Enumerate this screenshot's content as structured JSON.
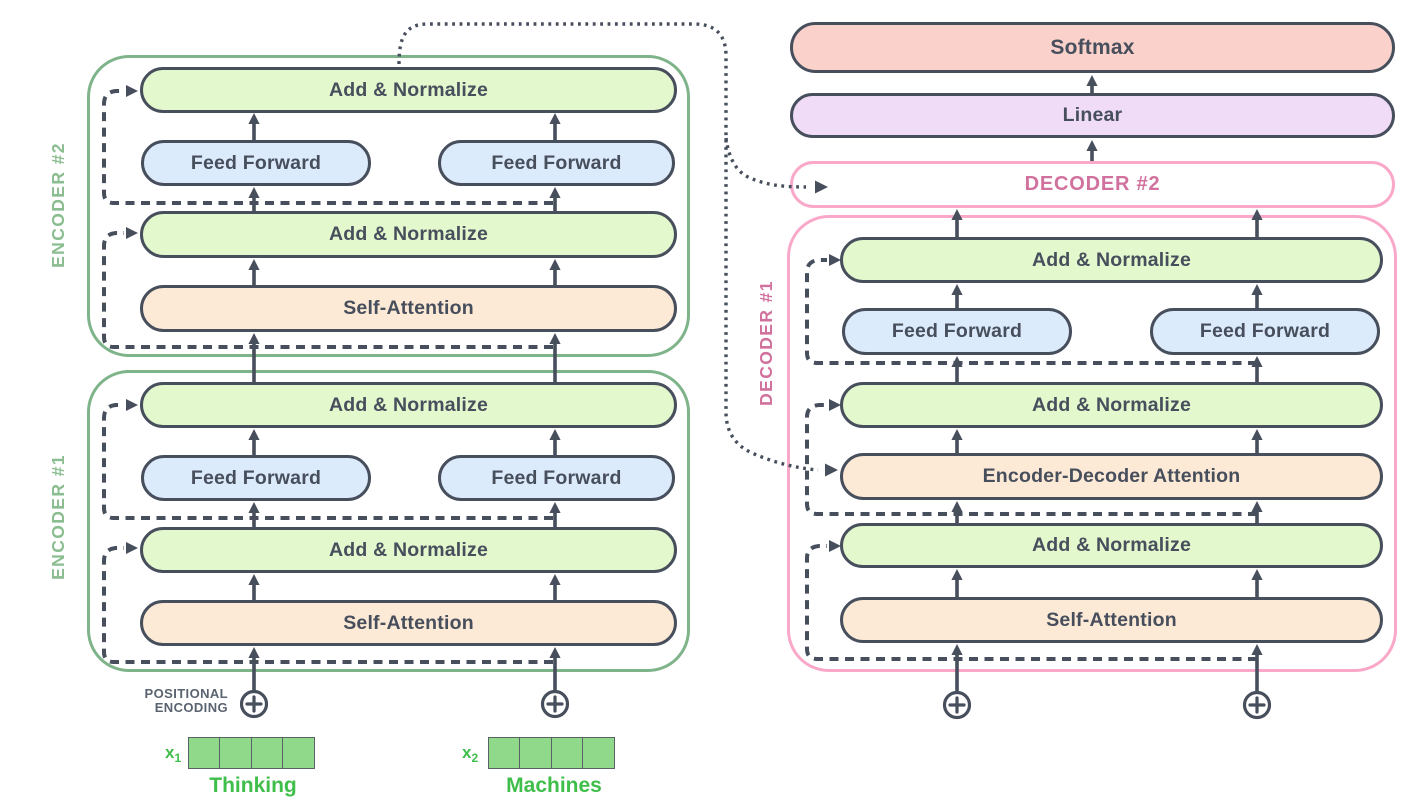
{
  "diagram": {
    "encoder2": {
      "label": "ENCODER #2",
      "add_norm_top": "Add & Normalize",
      "feed_forward_left": "Feed Forward",
      "feed_forward_right": "Feed Forward",
      "add_norm_bottom": "Add & Normalize",
      "self_attention": "Self-Attention"
    },
    "encoder1": {
      "label": "ENCODER #1",
      "add_norm_top": "Add & Normalize",
      "feed_forward_left": "Feed Forward",
      "feed_forward_right": "Feed Forward",
      "add_norm_bottom": "Add & Normalize",
      "self_attention": "Self-Attention"
    },
    "output_stack": {
      "softmax": "Softmax",
      "linear": "Linear",
      "decoder2_label": "DECODER #2"
    },
    "decoder1": {
      "label": "DECODER #1",
      "add_norm_top": "Add & Normalize",
      "feed_forward_left": "Feed Forward",
      "feed_forward_right": "Feed Forward",
      "add_norm_mid": "Add & Normalize",
      "encoder_decoder_attention": "Encoder-Decoder Attention",
      "add_norm_bottom": "Add & Normalize",
      "self_attention": "Self-Attention"
    },
    "inputs": {
      "positional_encoding_line1": "POSITIONAL",
      "positional_encoding_line2": "ENCODING",
      "x1_base": "x",
      "x1_sub": "1",
      "x2_base": "x",
      "x2_sub": "2",
      "word1": "Thinking",
      "word2": "Machines",
      "vector_cells": 4
    },
    "colors": {
      "outline": "#474e5c",
      "encoder_border": "#7fb48a",
      "encoder_label": "#8abd90",
      "decoder_border": "#f9a8ca",
      "decoder_label": "#d1719d",
      "fill_green": "#e4f8ce",
      "fill_blue": "#dcebfb",
      "fill_orange": "#fce9d6",
      "fill_salmon": "#fad2cb",
      "fill_lavender": "#f1dcf7",
      "vector_fill": "#90d98b",
      "word_green": "#3fbe4a",
      "small_label_gray": "#5a6370"
    }
  }
}
